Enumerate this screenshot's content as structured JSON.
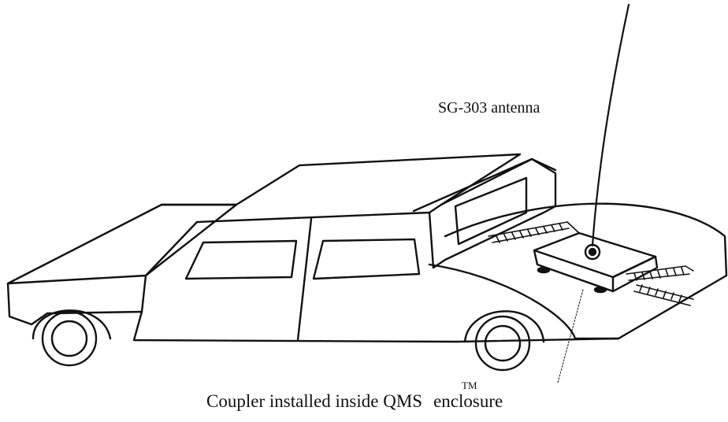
{
  "labels": {
    "antenna": "SG-303 antenna",
    "coupler_prefix": "Coupler installed inside QMS",
    "trademark": "TM",
    "coupler_suffix": "enclosure"
  }
}
